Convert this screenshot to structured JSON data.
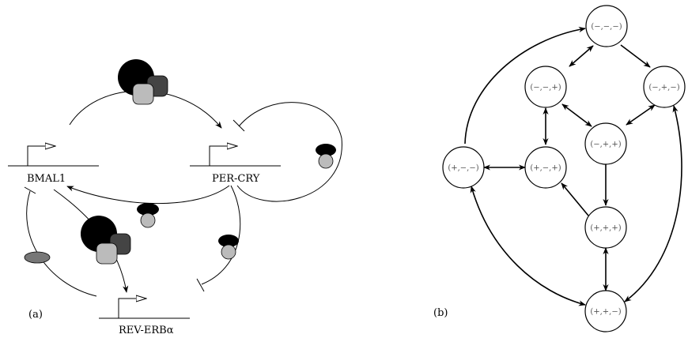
{
  "panel_a": {
    "label": "(a)",
    "genes": {
      "bmal1": "BMAL1",
      "per_cry": "PER-CRY",
      "rev_erb": "REV-ERBα"
    }
  },
  "panel_b": {
    "label": "(b)",
    "states": {
      "s000": "(−,−,−)",
      "s001": "(−,−,+)",
      "s010": "(−,+,−)",
      "s011": "(−,+,+)",
      "s100": "(+,−,−)",
      "s101": "(+,−,+)",
      "s111": "(+,+,+)",
      "s110": "(+,+,−)"
    }
  },
  "colors": {
    "black_protein": "#000000",
    "dark_gray_protein": "#444444",
    "light_gray_protein": "#bbbbbb",
    "mid_gray_protein": "#777777"
  }
}
